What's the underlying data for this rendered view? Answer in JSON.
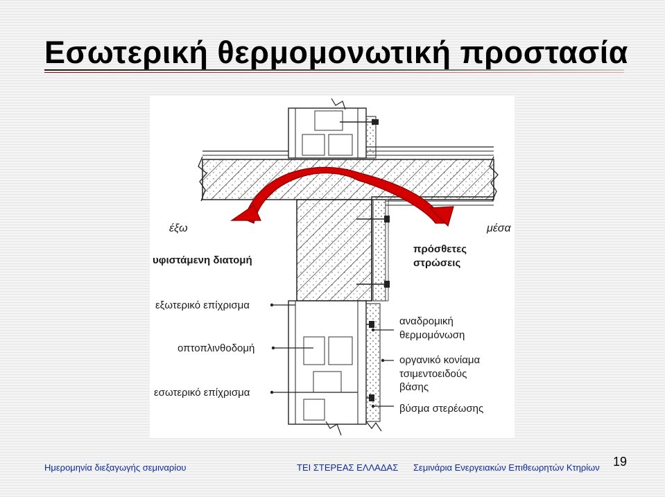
{
  "slide": {
    "title": "Εσωτερική θερμομονωτική προστασία",
    "page_number": "19"
  },
  "diagram": {
    "label_outside": "έξω",
    "label_inside": "μέσα",
    "label_existing_section": "υφιστάμενη διατομή",
    "label_added_layers_line1": "πρόσθετες",
    "label_added_layers_line2": "στρώσεις",
    "label_exterior_plaster": "εξωτερικό επίχρισμα",
    "label_brickwork": "οπτοπλινθοδομή",
    "label_interior_plaster": "εσωτερικό επίχρισμα",
    "label_insulation_line1": "αναδρομική",
    "label_insulation_line2": "θερμομόνωση",
    "label_mortar_line1": "οργανικό  κονίαμα",
    "label_mortar_line2": "τσιμεντοειδούς",
    "label_mortar_line3": "βάσης",
    "label_anchor": "βύσμα στερέωσης",
    "colors": {
      "thermal_bridge_arrow": "#d40000",
      "line": "#1a1a1a"
    }
  },
  "footer": {
    "date_label": "Ημερομηνία διεξαγωγής σεμιναρίου",
    "institution": "ΤΕΙ ΣΤΕΡΕΑΣ ΕΛΛΑΔΑΣ",
    "seminar_name": "Σεμινάρια Ενεργειακών Επιθεωρητών Κτηρίων"
  }
}
